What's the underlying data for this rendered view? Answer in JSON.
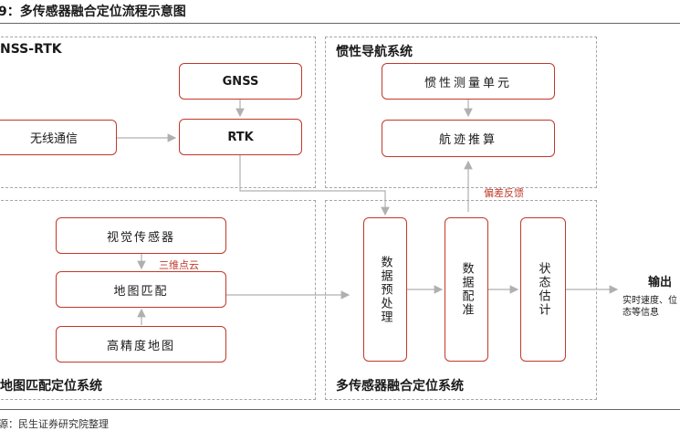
{
  "title": "9：多传感器融合定位流程示意图",
  "source": "源：民生证券研究院整理",
  "panels": {
    "gnss_rtk": "NSS-RTK",
    "ins": "惯性导航系统",
    "map_match": "地图匹配定位系统",
    "fusion": "多传感器融合定位系统"
  },
  "nodes": {
    "gnss": "GNSS",
    "rtk": "RTK",
    "wireless": "无线通信",
    "imu": "惯性测量单元",
    "dead_reckoning": "航迹推算",
    "visual_sensor": "视觉传感器",
    "map_match": "地图匹配",
    "hd_map": "高精度地图",
    "preprocess": "数据预处理",
    "registration": "数据配准",
    "state_est": "状态估计"
  },
  "labels": {
    "point_cloud": "三维点云",
    "bias_feedback": "偏差反馈",
    "output": "输出",
    "output_desc_line1": "实时速度、位",
    "output_desc_line2": "态等信息"
  }
}
